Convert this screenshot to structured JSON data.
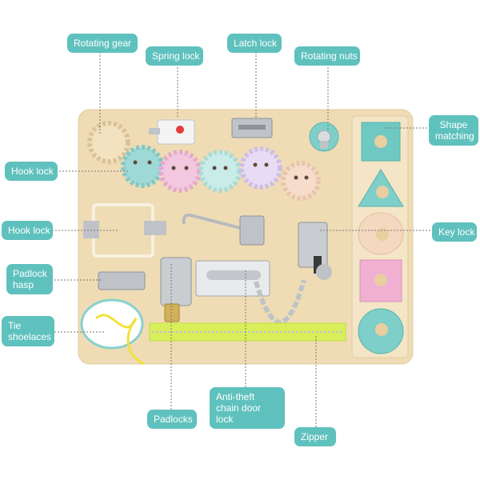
{
  "labels": {
    "rotating_gear": "Rotating gear",
    "spring_lock": "Spring lock",
    "latch_lock": "Latch lock",
    "rotating_nuts": "Rotating nuts",
    "shape_matching": "Shape matching",
    "hook_lock_upper": "Hook lock",
    "hook_lock_lower": "Hook lock",
    "key_lock": "Key lock",
    "padlock_hasp": "Padlock hasp",
    "tie_shoelaces": "Tie shoelaces",
    "anti_theft_chain": "Anti-theft chain door lock",
    "padlocks": "Padlocks",
    "zipper": "Zipper"
  },
  "colors": {
    "label_bg": "#5fc1bd",
    "board": "#efdcb5",
    "zipper": "#d8ef5a",
    "shoelace": "#f2e13a",
    "metal": "#bfc3c7"
  }
}
